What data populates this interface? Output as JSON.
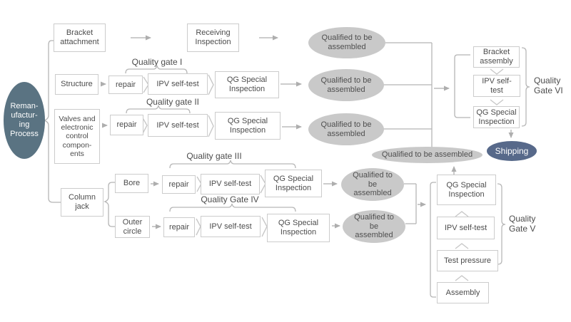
{
  "colors": {
    "process_ellipse": "#5a7382",
    "shipping_ellipse": "#57698a",
    "qualified_ellipse": "#c9c9c9",
    "box_border": "#cccccc",
    "connector": "#b2b2b2",
    "text": "#4c4c4c"
  },
  "source": {
    "label": "Reman-ufactur-ing Process"
  },
  "branches": {
    "bracket_attachment": "Bracket attachment",
    "receiving_inspection": "Receiving Inspection",
    "structure": "Structure",
    "valves": "Valves and electronic control compon-ents",
    "column_jack": "Column jack",
    "bore": "Bore",
    "outer_circle": "Outer circle"
  },
  "steps": {
    "repair": "repair",
    "ipv_self_test": "IPV self-test",
    "qg_special_inspection": "QG Special Inspection"
  },
  "gates": {
    "gate1": "Quality gate I",
    "gate2": "Quality gate II",
    "gate3": "Quality gate III",
    "gate4": "Quality Gate IV",
    "gate5": "Quality Gate V",
    "gate6": "Quality Gate VI"
  },
  "status": {
    "qualified": "Qualified to be assembled"
  },
  "final_assembly": {
    "bracket_assembly": "Bracket assembly",
    "test_pressure": "Test pressure",
    "assembly": "Assembly"
  },
  "shipping": {
    "label": "Shipping"
  }
}
